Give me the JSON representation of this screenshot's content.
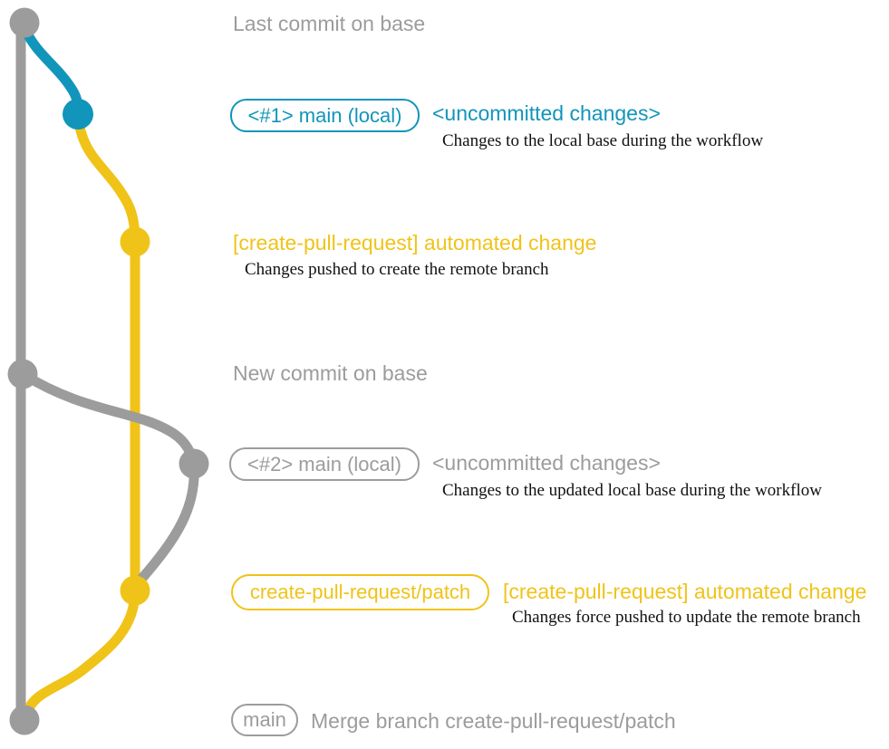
{
  "colors": {
    "background": "#ffffff",
    "gray": "#9c9c9c",
    "teal": "#1295ba",
    "gold": "#f0c319",
    "ink": "#111111"
  },
  "graph": {
    "branches": [
      {
        "name": "base",
        "color": "#9c9c9c"
      },
      {
        "name": "main (local)",
        "color": "#1295ba"
      },
      {
        "name": "create-pull-request/patch",
        "color": "#f0c319"
      }
    ],
    "commit_count": 7
  },
  "annotations": {
    "last_commit_label": "Last commit on base",
    "row1_badge": "<#1> main (local)",
    "row1_status": "<uncommitted changes>",
    "row1_note": "Changes to the local base during the workflow",
    "row2_title": "[create-pull-request] automated change",
    "row2_note": "Changes pushed to create the remote branch",
    "new_commit_label": "New commit on base",
    "row3_badge": "<#2> main (local)",
    "row3_status": "<uncommitted changes>",
    "row3_note": "Changes to the updated local base during the workflow",
    "row4_badge": "create-pull-request/patch",
    "row4_title": "[create-pull-request] automated change",
    "row4_note": "Changes force pushed to update the remote branch",
    "row5_badge": "main",
    "row5_message": "Merge branch create-pull-request/patch"
  }
}
